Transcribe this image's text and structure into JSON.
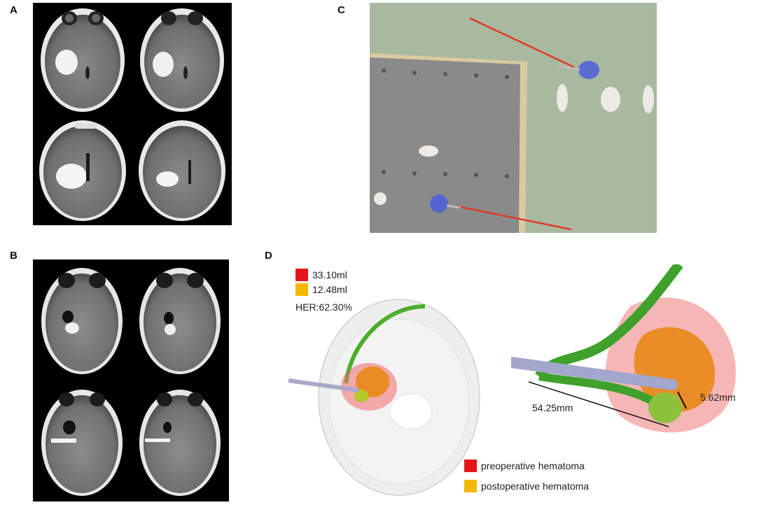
{
  "figure": {
    "panels": {
      "a": {
        "label": "A",
        "description_icon": "ct-scan-grid-preoperative"
      },
      "b": {
        "label": "B",
        "description_icon": "ct-scan-grid-postoperative"
      },
      "c": {
        "label": "C",
        "description_icon": "augmented-reality-photo"
      },
      "d": {
        "label": "D",
        "description_icon": "3d-reconstruction"
      }
    },
    "volumes": {
      "pre": {
        "text": "33.10ml",
        "color": "#e8161b"
      },
      "post": {
        "text": "12.48ml",
        "color": "#f5b800"
      },
      "her": "HER:62.30%"
    },
    "measurements": {
      "length": "54.25mm",
      "distance": "5.62mm"
    },
    "legend": {
      "pre": {
        "text": "preoperative hematoma",
        "color": "#e8161b"
      },
      "post": {
        "text": "postoperative hematoma",
        "color": "#f5b800"
      }
    }
  }
}
